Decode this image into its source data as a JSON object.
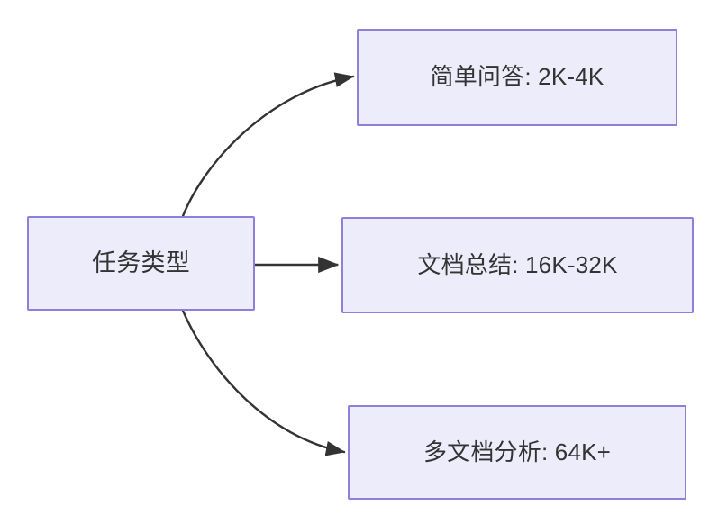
{
  "diagram": {
    "type": "flowchart",
    "direction": "left-to-right",
    "background_color": "#ffffff",
    "node_fill_color": "#ececfb",
    "node_border_color": "#8f7fdb",
    "text_color": "#333333",
    "edge_color": "#333333",
    "nodes": [
      {
        "id": "root",
        "label": "任务类型",
        "role": "root"
      },
      {
        "id": "simple",
        "label": "简单问答: 2K-4K",
        "role": "leaf"
      },
      {
        "id": "summary",
        "label": "文档总结: 16K-32K",
        "role": "leaf"
      },
      {
        "id": "multidoc",
        "label": "多文档分析: 64K+",
        "role": "leaf"
      }
    ],
    "edges": [
      {
        "id": "edge-root-simple",
        "from": "root",
        "to": "simple",
        "label": "",
        "style": "curved",
        "arrow": "arrowhead-icon"
      },
      {
        "id": "edge-root-summary",
        "from": "root",
        "to": "summary",
        "label": "",
        "style": "straight",
        "arrow": "arrowhead-icon"
      },
      {
        "id": "edge-root-multidoc",
        "from": "root",
        "to": "multidoc",
        "label": "",
        "style": "curved",
        "arrow": "arrowhead-icon"
      }
    ]
  }
}
